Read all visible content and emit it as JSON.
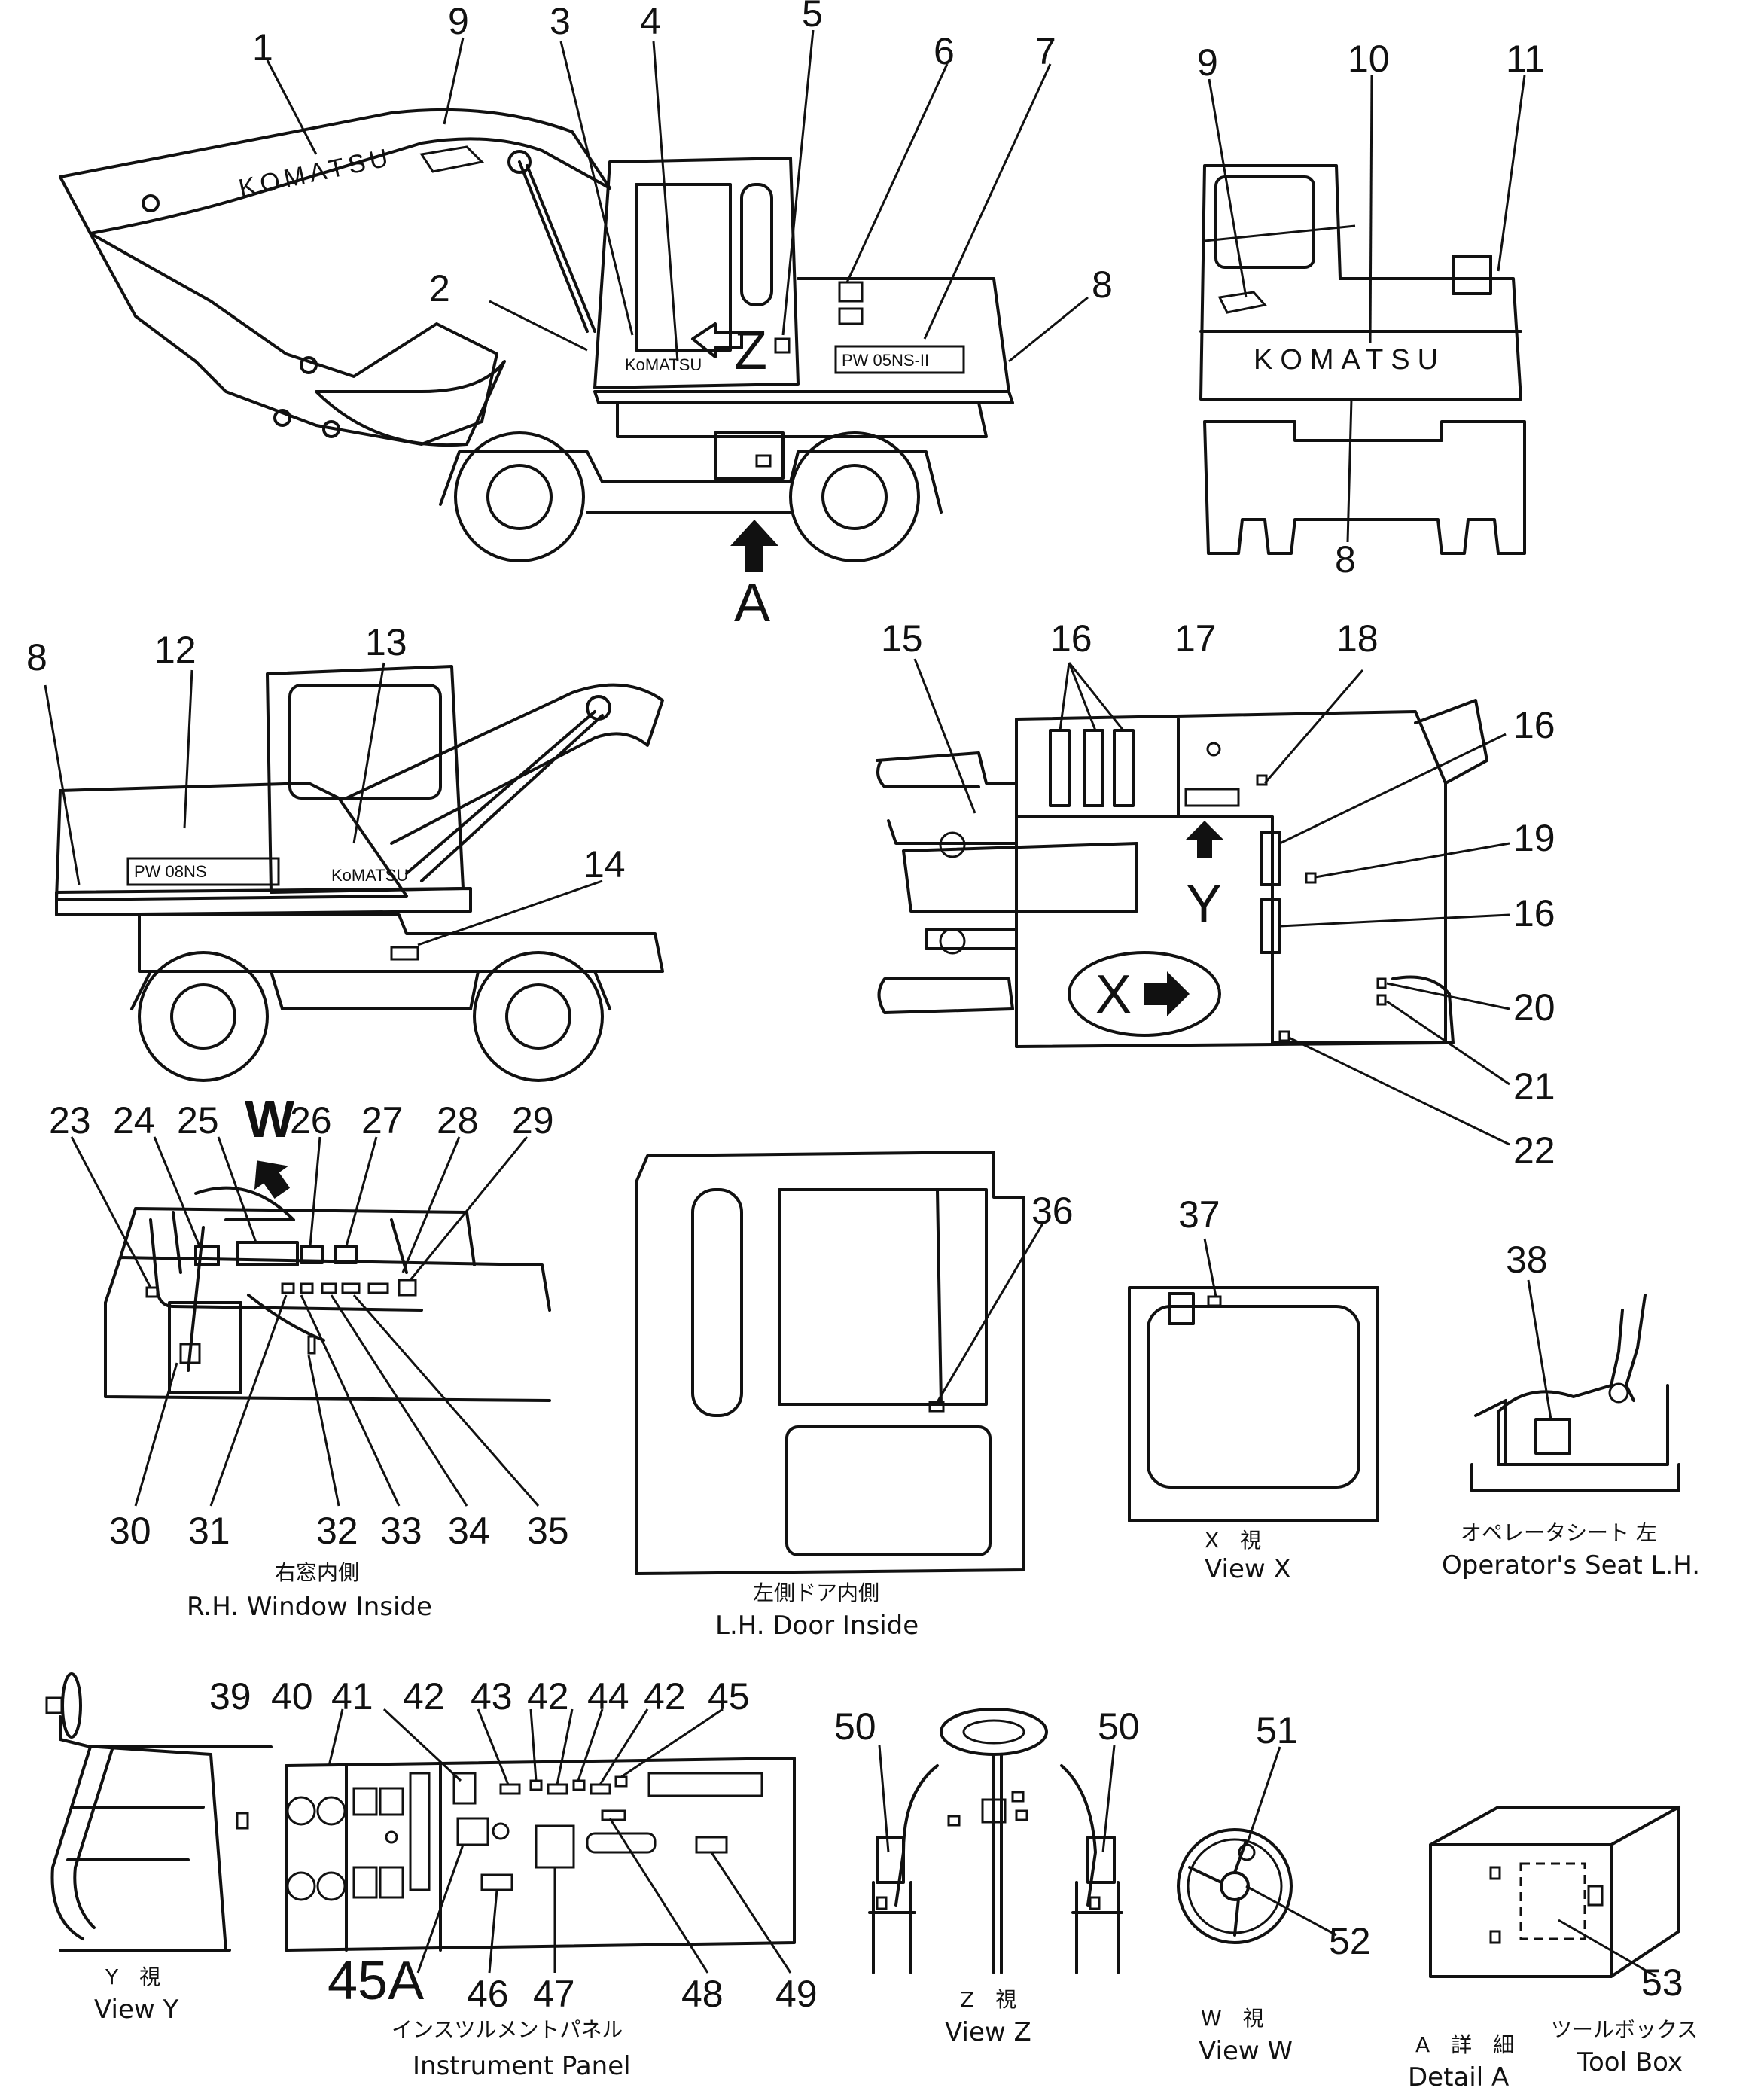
{
  "labels": {
    "l1": "1",
    "l2": "2",
    "l3": "3",
    "l4": "4",
    "l5": "5",
    "l6": "6",
    "l7": "7",
    "l8a": "8",
    "l9a": "9",
    "l9b": "9",
    "l10": "10",
    "l11": "11",
    "l8b": "8",
    "l8c": "8",
    "l12": "12",
    "l13": "13",
    "l14": "14",
    "l15": "15",
    "l16a": "16",
    "l17": "17",
    "l18": "18",
    "l16b": "16",
    "l19": "19",
    "l16c": "16",
    "l20": "20",
    "l21": "21",
    "l22": "22",
    "l23": "23",
    "l24": "24",
    "l25": "25",
    "l26": "26",
    "l27": "27",
    "l28": "28",
    "l29": "29",
    "l30": "30",
    "l31": "31",
    "l32": "32",
    "l33": "33",
    "l34": "34",
    "l35": "35",
    "l36": "36",
    "l37": "37",
    "l38": "38",
    "l39": "39",
    "l40": "40",
    "l41": "41",
    "l42a": "42",
    "l43": "43",
    "l42b": "42",
    "l44": "44",
    "l42c": "42",
    "l45": "45",
    "l45A": "45A",
    "l46": "46",
    "l47": "47",
    "l48": "48",
    "l49": "49",
    "l50a": "50",
    "l50b": "50",
    "l51": "51",
    "l52": "52",
    "l53": "53"
  },
  "markers": {
    "A": "A",
    "W": "W",
    "Z": "Z",
    "Y": "Y",
    "X": "X"
  },
  "brand": {
    "komatsu_boom": "KOMATSU",
    "komatsu_rear": "KOMATSU",
    "komatsu_small": "KoMATSU",
    "model_side": "PW 05NS-II",
    "model_side2": "PW 08NS"
  },
  "captions": {
    "rh_window_jp": "右窓内側",
    "rh_window_en": "R.H. Window Inside",
    "lh_door_jp": "左側ドア内側",
    "lh_door_en": "L.H. Door Inside",
    "view_x_jp": "X　視",
    "view_x_en": "View X",
    "seat_jp": "オペレータシート 左",
    "seat_en": "Operator's Seat L.H.",
    "view_y_jp": "Y　視",
    "view_y_en": "View Y",
    "panel_jp": "インスツルメントパネル",
    "panel_en": "Instrument Panel",
    "view_z_jp": "Z　視",
    "view_z_en": "View Z",
    "view_w_jp": "W　視",
    "view_w_en": "View W",
    "detail_a_jp": "A　詳　細",
    "detail_a_en": "Detail A",
    "toolbox_jp": "ツールボックス",
    "toolbox_en": "Tool Box"
  }
}
